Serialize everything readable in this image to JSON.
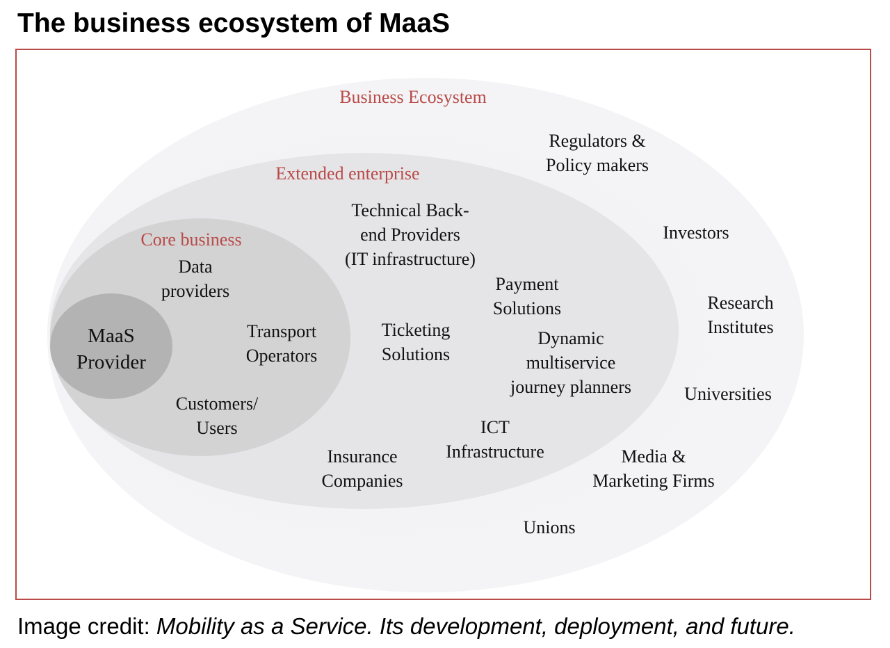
{
  "title": "The business ecosystem of MaaS",
  "diagram": {
    "layers": [
      {
        "label": "Business Ecosystem"
      },
      {
        "label": "Extended enterprise"
      },
      {
        "label": "Core business"
      },
      {
        "label": "MaaS\nProvider"
      }
    ],
    "ecosystem_actors": [
      "Regulators &\nPolicy makers",
      "Investors",
      "Research\nInstitutes",
      "Universities",
      "Media &\nMarketing Firms",
      "Unions"
    ],
    "extended_actors": [
      "Technical Back-\nend Providers\n(IT infrastructure)",
      "Payment\nSolutions",
      "Ticketing\nSolutions",
      "Dynamic\nmultiservice\njourney planners",
      "ICT\nInfrastructure",
      "Insurance\nCompanies"
    ],
    "core_actors": [
      "Data\nproviders",
      "Transport\nOperators",
      "Customers/\nUsers"
    ],
    "colors": {
      "frame": "#b94a48",
      "layer_label": "#b94a48"
    }
  },
  "credit": {
    "prefix": "Image credit: ",
    "source": "Mobility as a Service. Its development, deployment, and future."
  }
}
